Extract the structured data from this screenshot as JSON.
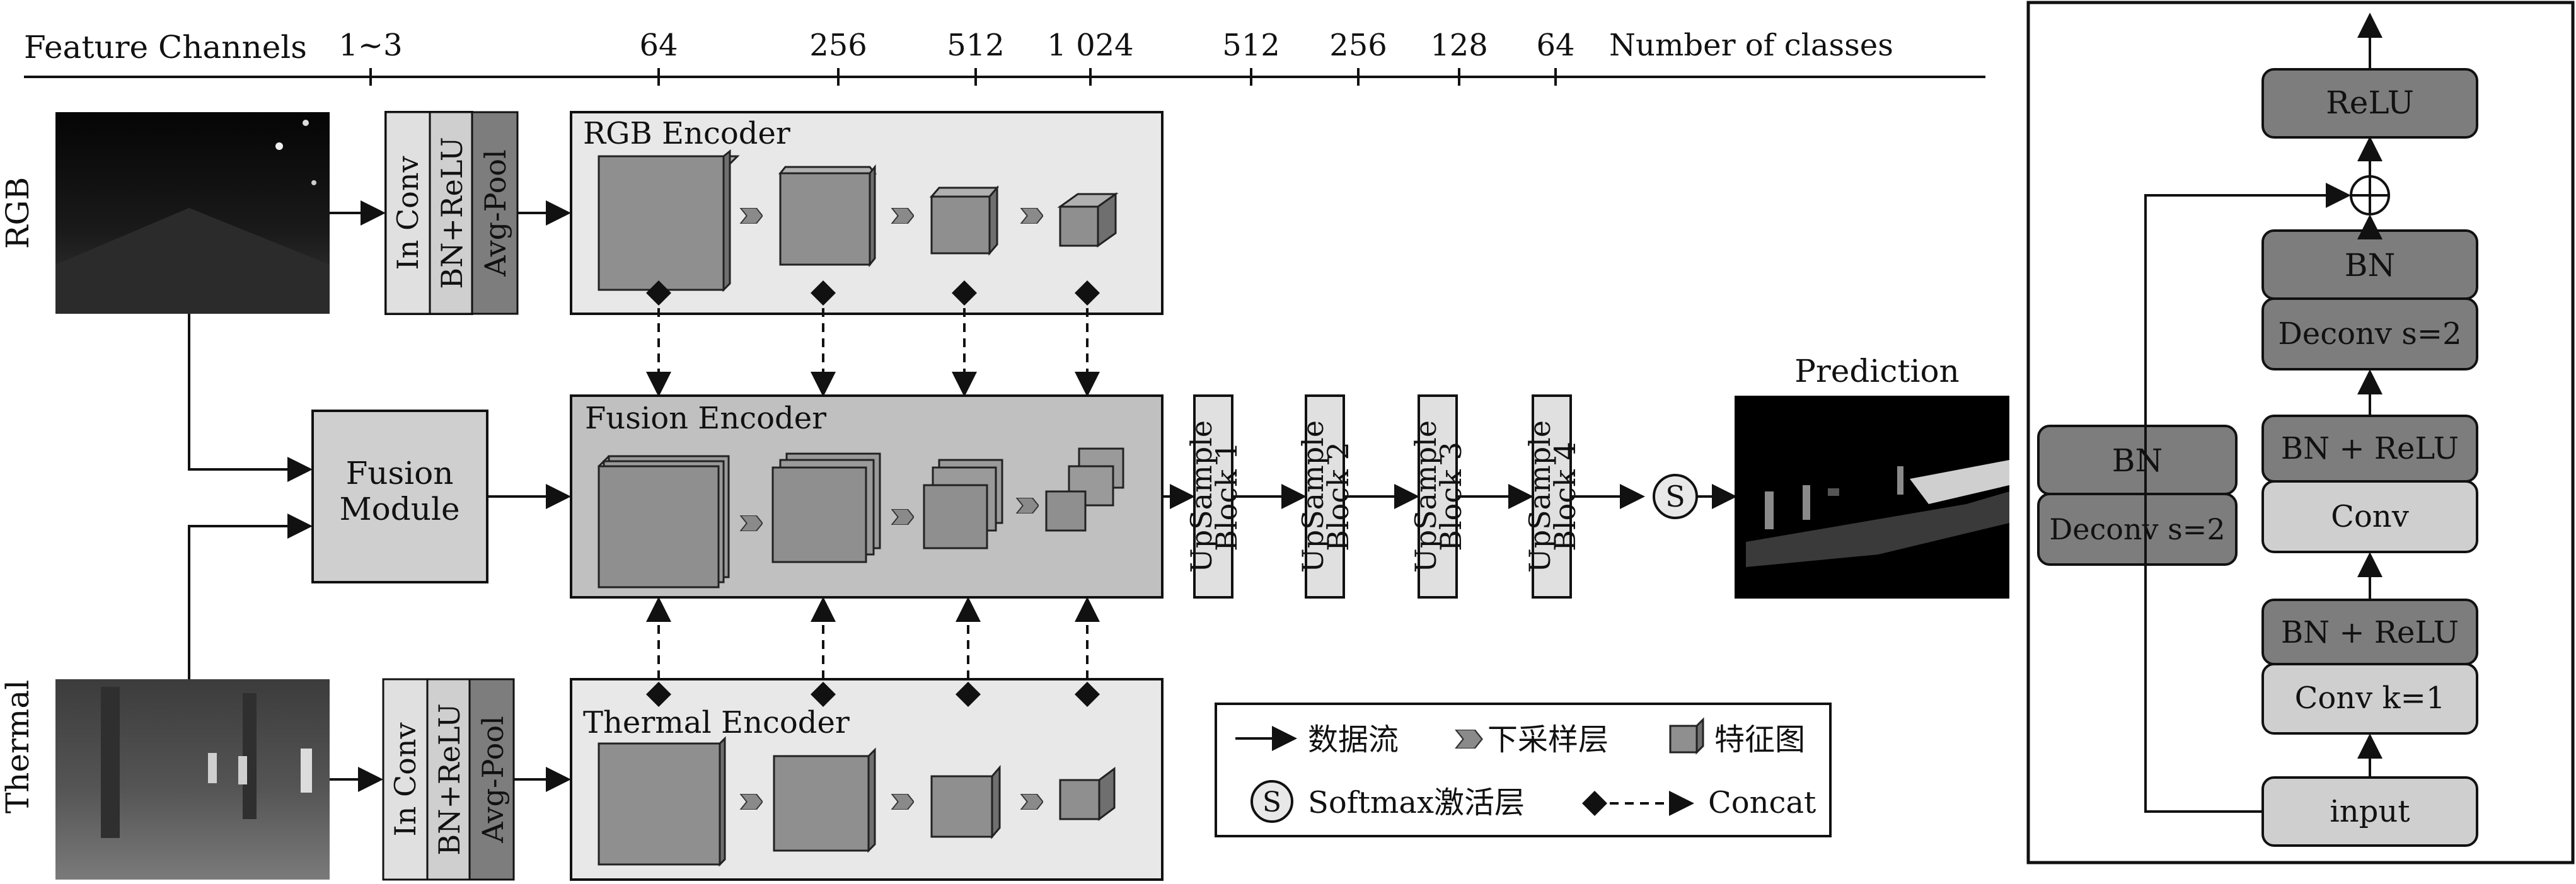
{
  "channels": {
    "title": "Feature Channels",
    "values": [
      "1~3",
      "64",
      "256",
      "512",
      "1 024",
      "512",
      "256",
      "128",
      "64"
    ],
    "end": "Number of classes"
  },
  "inputs": {
    "rgb": "RGB",
    "thermal": "Thermal"
  },
  "stem": {
    "conv": "In Conv",
    "bn": "BN+ReLU",
    "pool": "Avg-Pool"
  },
  "encoders": {
    "rgb": "RGB Encoder",
    "fusion": "Fusion Encoder",
    "thermal": "Thermal Encoder"
  },
  "fusion_module": {
    "line1": "Fusion",
    "line2": "Module"
  },
  "upsample": [
    {
      "line1": "UpSample",
      "line2": "Block 1"
    },
    {
      "line1": "UpSample",
      "line2": "Block 2"
    },
    {
      "line1": "UpSample",
      "line2": "Block 3"
    },
    {
      "line1": "UpSample",
      "line2": "Block 4"
    }
  ],
  "softmax_symbol": "S",
  "prediction": "Prediction",
  "legend": {
    "data_flow": "数据流",
    "downsample": "下采样层",
    "feature_map": "特征图",
    "softmax": "Softmax激活层",
    "concat": "Concat"
  },
  "block_detail": {
    "relu": "ReLU",
    "bn_top": "BN",
    "deconv_main": "Deconv s=2",
    "bn_relu_1": "BN + ReLU",
    "conv": "Conv",
    "bn_relu_2": "BN + ReLU",
    "conv_k1": "Conv k=1",
    "input": "input",
    "skip_bn": "BN",
    "skip_deconv": "Deconv s=2"
  },
  "colors": {
    "dark_block": "#7d7d7d",
    "light_block": "#cfcfcf",
    "panel": "#e8e8e8",
    "fusion_panel": "#c0c0c0",
    "cube": "#8f8f8f"
  }
}
